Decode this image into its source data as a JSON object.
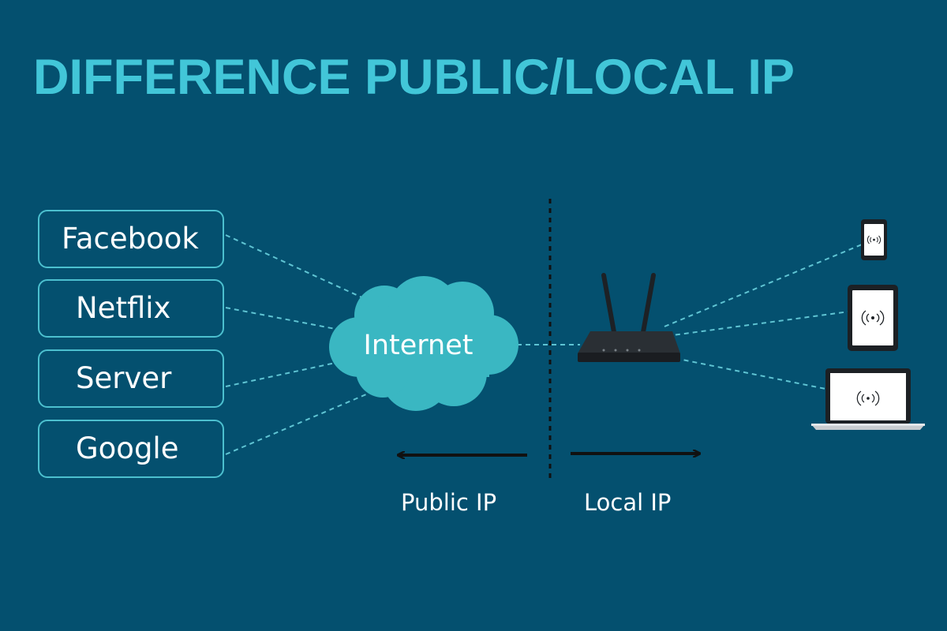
{
  "title": "DIFFERENCE PUBLIC/LOCAL IP",
  "services": [
    "Facebook",
    "Netflix",
    "Server",
    "Google"
  ],
  "cloud_label": "Internet",
  "zones": {
    "public": "Public IP",
    "local": "Local IP"
  },
  "colors": {
    "background": "#04506f",
    "accent": "#42c6d8",
    "cloud": "#3ab7c2",
    "router": "#252a2e"
  },
  "icons": [
    "router-icon",
    "phone-icon",
    "tablet-icon",
    "laptop-icon",
    "wifi-icon",
    "cloud-icon"
  ]
}
